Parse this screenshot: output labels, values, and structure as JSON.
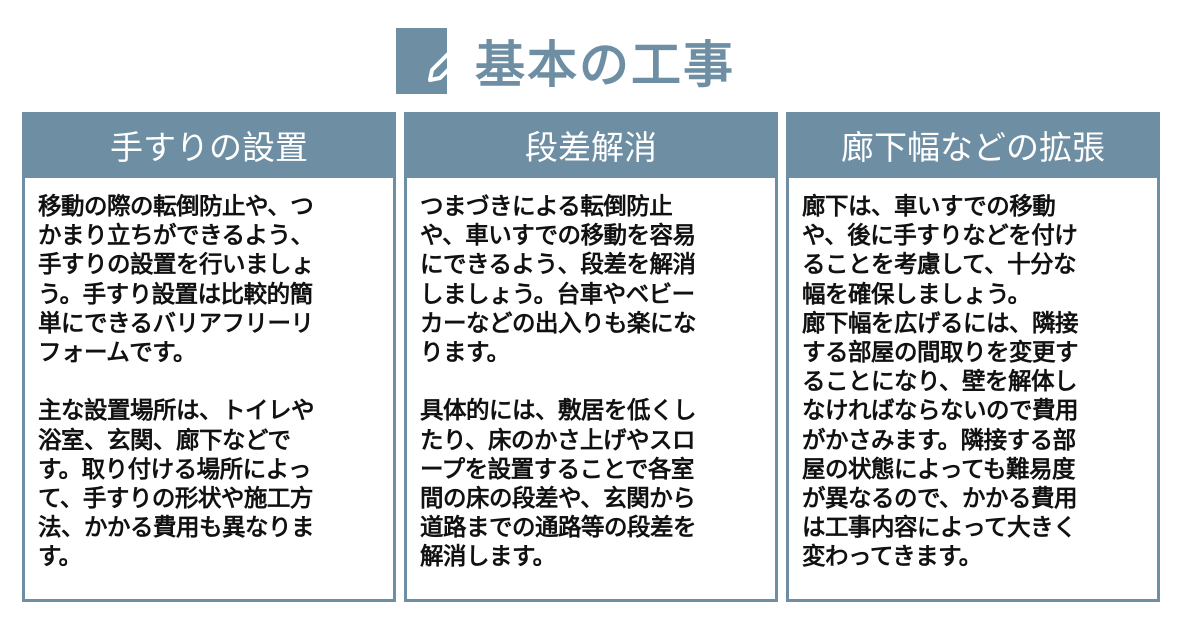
{
  "title": "基本の工事",
  "columns": [
    {
      "heading": "手すりの設置",
      "lines": [
        "移動の際の転倒防止や、つ",
        "かまり立ちができるよう、",
        "手すりの設置を行いましょ",
        "う。手すり設置は比較的簡",
        "単にできるバリアフリーリ",
        "フォームです。",
        "",
        "主な設置場所は、トイレや",
        "浴室、玄関、廊下などで",
        "す。取り付ける場所によっ",
        "て、手すりの形状や施工方",
        "法、かかる費用も異なりま",
        "す。"
      ]
    },
    {
      "heading": "段差解消",
      "lines": [
        "つまづきによる転倒防止",
        "や、車いすでの移動を容易",
        "にできるよう、段差を解消",
        "しましょう。台車やベビー",
        "カーなどの出入りも楽にな",
        "ります。",
        "",
        "具体的には、敷居を低くし",
        "たり、床のかさ上げやスロ",
        "ープを設置することで各室",
        "間の床の段差や、玄関から",
        "道路までの通路等の段差を",
        "解消します。"
      ]
    },
    {
      "heading": "廊下幅などの拡張",
      "lines": [
        "廊下は、車いすでの移動",
        "や、後に手すりなどを付け",
        "ることを考慮して、十分な",
        "幅を確保しましょう。",
        "廊下幅を広げるには、隣接",
        "する部屋の間取りを変更す",
        "ることになり、壁を解体し",
        "なければならないので費用",
        "がかさみます。隣接する部",
        "屋の状態によっても難易度",
        "が異なるので、かかる費用",
        "は工事内容によって大きく",
        "変わってきます。"
      ]
    }
  ]
}
